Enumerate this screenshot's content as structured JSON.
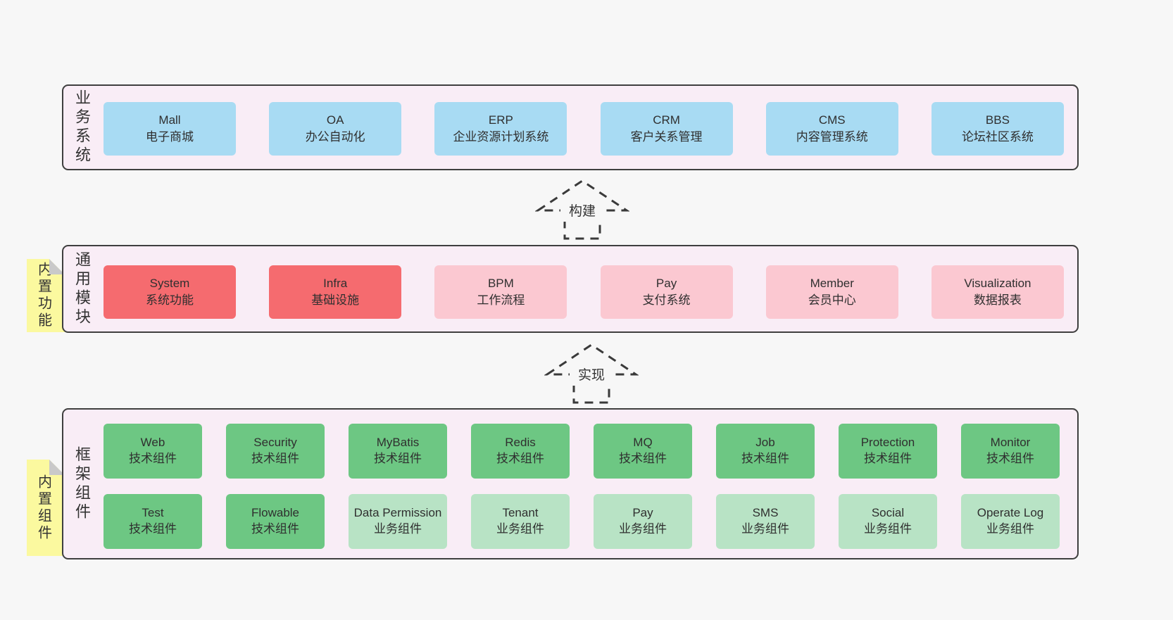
{
  "palette": {
    "page-bg": "#f7f7f7",
    "panel-bg": "#f9edf6",
    "panel-border": "#3f3f3f",
    "blue": "#a8dbf3",
    "red": "#f56b6f",
    "pink": "#fbc8d1",
    "green": "#6dc783",
    "green-light": "#b8e3c5",
    "yellow": "#fbf99f",
    "fold-gray": "#c9c9c9",
    "text": "#333333",
    "arrow-stroke": "#3a3a3a"
  },
  "arrows": [
    {
      "label": "构建"
    },
    {
      "label": "实现"
    }
  ],
  "layers": {
    "business": {
      "label": "业务系统",
      "items": [
        {
          "title": "Mall",
          "subtitle": "电子商城",
          "variant": "blue"
        },
        {
          "title": "OA",
          "subtitle": "办公自动化",
          "variant": "blue"
        },
        {
          "title": "ERP",
          "subtitle": "企业资源计划系统",
          "variant": "blue"
        },
        {
          "title": "CRM",
          "subtitle": "客户关系管理",
          "variant": "blue"
        },
        {
          "title": "CMS",
          "subtitle": "内容管理系统",
          "variant": "blue"
        },
        {
          "title": "BBS",
          "subtitle": "论坛社区系统",
          "variant": "blue"
        }
      ]
    },
    "modules": {
      "label": "通用模块",
      "tag": "内置功能",
      "items": [
        {
          "title": "System",
          "subtitle": "系统功能",
          "variant": "red"
        },
        {
          "title": "Infra",
          "subtitle": "基础设施",
          "variant": "red"
        },
        {
          "title": "BPM",
          "subtitle": "工作流程",
          "variant": "pink"
        },
        {
          "title": "Pay",
          "subtitle": "支付系统",
          "variant": "pink"
        },
        {
          "title": "Member",
          "subtitle": "会员中心",
          "variant": "pink"
        },
        {
          "title": "Visualization",
          "subtitle": "数据报表",
          "variant": "pink"
        }
      ]
    },
    "components": {
      "label": "框架组件",
      "tag": "内置组件",
      "row1": [
        {
          "title": "Web",
          "subtitle": "技术组件",
          "variant": "green"
        },
        {
          "title": "Security",
          "subtitle": "技术组件",
          "variant": "green"
        },
        {
          "title": "MyBatis",
          "subtitle": "技术组件",
          "variant": "green"
        },
        {
          "title": "Redis",
          "subtitle": "技术组件",
          "variant": "green"
        },
        {
          "title": "MQ",
          "subtitle": "技术组件",
          "variant": "green"
        },
        {
          "title": "Job",
          "subtitle": "技术组件",
          "variant": "green"
        },
        {
          "title": "Protection",
          "subtitle": "技术组件",
          "variant": "green"
        },
        {
          "title": "Monitor",
          "subtitle": "技术组件",
          "variant": "green"
        }
      ],
      "row2": [
        {
          "title": "Test",
          "subtitle": "技术组件",
          "variant": "green"
        },
        {
          "title": "Flowable",
          "subtitle": "技术组件",
          "variant": "green"
        },
        {
          "title": "Data Permission",
          "subtitle": "业务组件",
          "variant": "green-light"
        },
        {
          "title": "Tenant",
          "subtitle": "业务组件",
          "variant": "green-light"
        },
        {
          "title": "Pay",
          "subtitle": "业务组件",
          "variant": "green-light"
        },
        {
          "title": "SMS",
          "subtitle": "业务组件",
          "variant": "green-light"
        },
        {
          "title": "Social",
          "subtitle": "业务组件",
          "variant": "green-light"
        },
        {
          "title": "Operate Log",
          "subtitle": "业务组件",
          "variant": "green-light"
        }
      ]
    }
  }
}
